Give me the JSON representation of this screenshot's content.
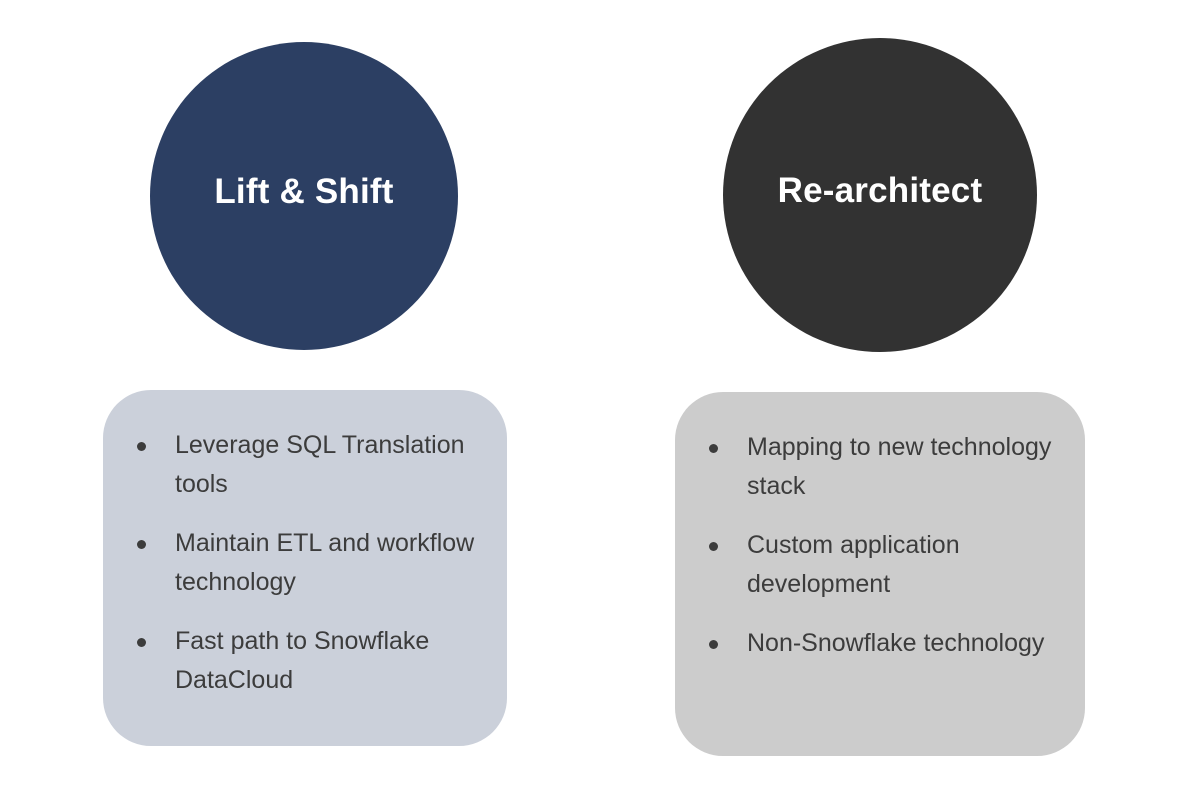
{
  "diagram": {
    "left": {
      "title": "Lift & Shift",
      "color": "#2c3f63",
      "card_color": "#cbd0da",
      "items": [
        "Leverage SQL Translation tools",
        "Maintain ETL and workflow technology",
        "Fast path to Snowflake DataCloud"
      ]
    },
    "right": {
      "title": "Re-architect",
      "color": "#323232",
      "card_color": "#cccccc",
      "items": [
        "Mapping to new technology stack",
        "Custom application development",
        "Non-Snowflake technology"
      ]
    }
  }
}
